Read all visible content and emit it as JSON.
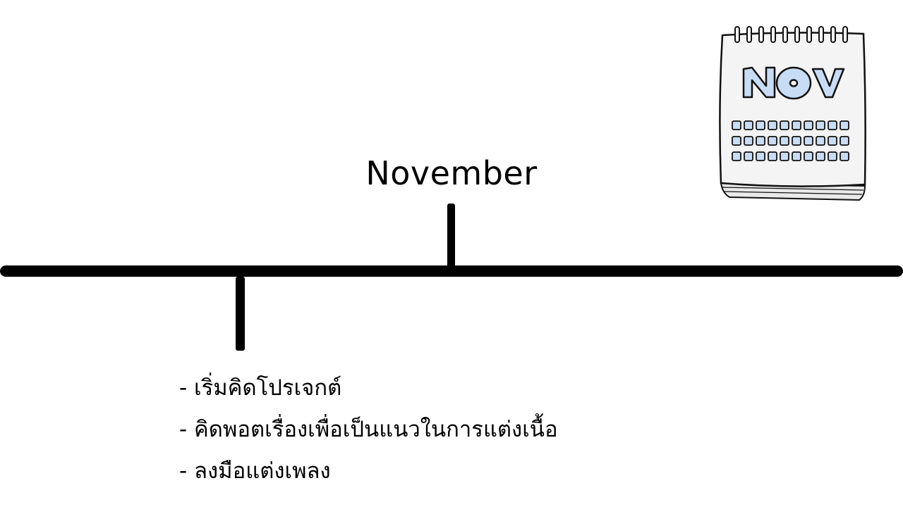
{
  "timeline": {
    "month_label": "November",
    "items": [
      "- เริ่มคิดโปรเจกต์",
      "- คิดพอตเรื่องเพื่อเป็นแนวในการแต่งเนื้อ",
      "- ลงมือแต่งเพลง"
    ]
  },
  "calendar_illustration": {
    "month_text": "NOV",
    "icon": "calendar-icon",
    "colors": {
      "page": "#f4f4f4",
      "accent": "#c8dcf6",
      "ink": "#111111"
    }
  }
}
